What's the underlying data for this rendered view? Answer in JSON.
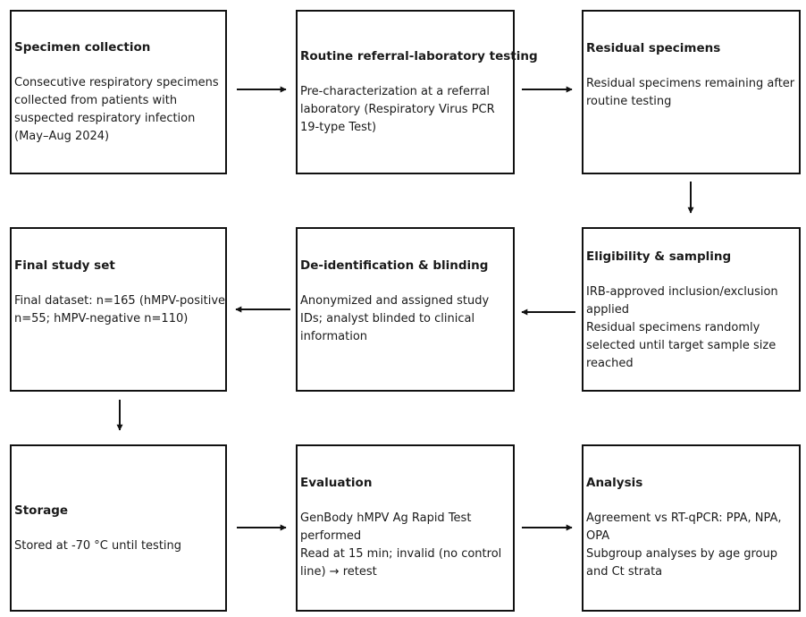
{
  "flow": {
    "row1": {
      "box1": {
        "title": "Specimen collection",
        "lines": [
          "Consecutive respiratory specimens",
          "collected from patients with",
          "suspected respiratory infection",
          "(May–Aug 2024)"
        ]
      },
      "box2": {
        "title": "Routine referral-laboratory testing",
        "lines": [
          "Pre-characterization at a referral",
          "laboratory (Respiratory Virus PCR",
          "19-type Test)"
        ]
      },
      "box3": {
        "title": "Residual specimens",
        "lines": [
          "Residual specimens remaining after",
          "routine testing"
        ]
      }
    },
    "row2": {
      "box1": {
        "title": "Final study set",
        "lines": [
          "Final dataset: n=165 (hMPV-positive",
          "n=55; hMPV-negative n=110)"
        ]
      },
      "box2": {
        "title": "De-identification & blinding",
        "lines": [
          "Anonymized and assigned study",
          "IDs; analyst blinded to clinical",
          "information"
        ]
      },
      "box3": {
        "title": "Eligibility & sampling",
        "lines": [
          "IRB-approved inclusion/exclusion",
          "applied",
          "Residual specimens randomly",
          "selected until target sample size",
          "reached"
        ]
      }
    },
    "row3": {
      "box1": {
        "title": "Storage",
        "lines": [
          "Stored at -70 °C until testing"
        ]
      },
      "box2": {
        "title": "Evaluation",
        "lines": [
          "GenBody hMPV Ag Rapid Test",
          "performed",
          "Read at 15 min; invalid (no control",
          "line) → retest"
        ]
      },
      "box3": {
        "title": "Analysis",
        "lines": [
          "Agreement vs RT-qPCR: PPA, NPA,",
          "OPA",
          "Subgroup analyses by age group",
          "and Ct strata"
        ]
      }
    }
  },
  "colors": {
    "border": "#111111",
    "arrow": "#111111",
    "text": "#1a1a1a"
  }
}
